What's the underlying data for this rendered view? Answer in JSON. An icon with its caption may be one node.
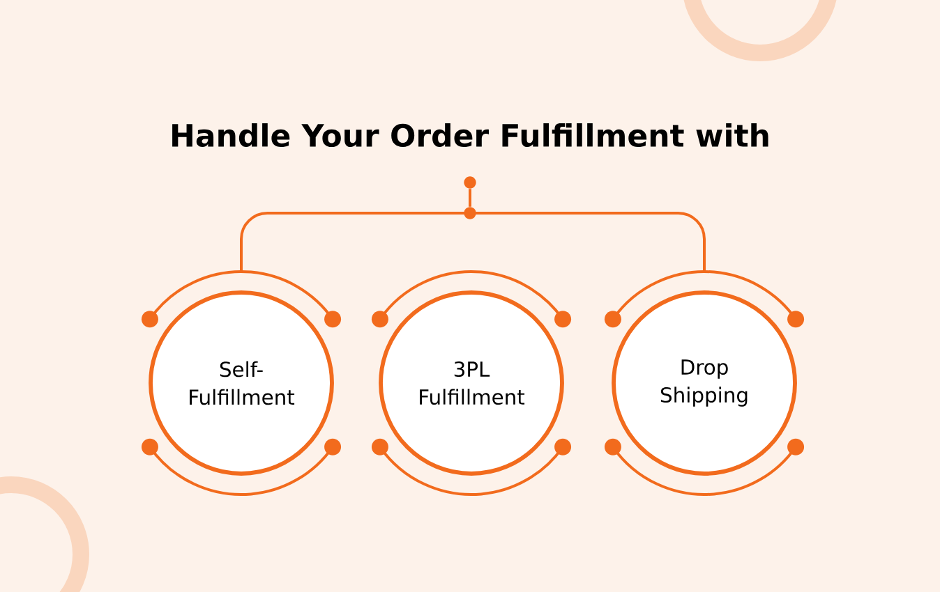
{
  "diagram": {
    "title": "Handle Your Order Fulfillment with",
    "nodes": [
      {
        "text": [],
        "shape": "circle"
      },
      {
        "text": [],
        "shape": "circle"
      },
      {
        "text": [
          "Self- Fulfillment"
        ]
      },
      {
        "text": [
          "3PL Fulfillment"
        ]
      },
      {
        "text": [
          "Drop Shipping"
        ]
      }
    ],
    "edges": [
      {
        "from": 0,
        "to": 1,
        "arrow": "none"
      },
      {
        "from": 1,
        "to": 2,
        "arrow": "none"
      },
      {
        "from": 1,
        "to": 4,
        "arrow": "none"
      }
    ]
  }
}
